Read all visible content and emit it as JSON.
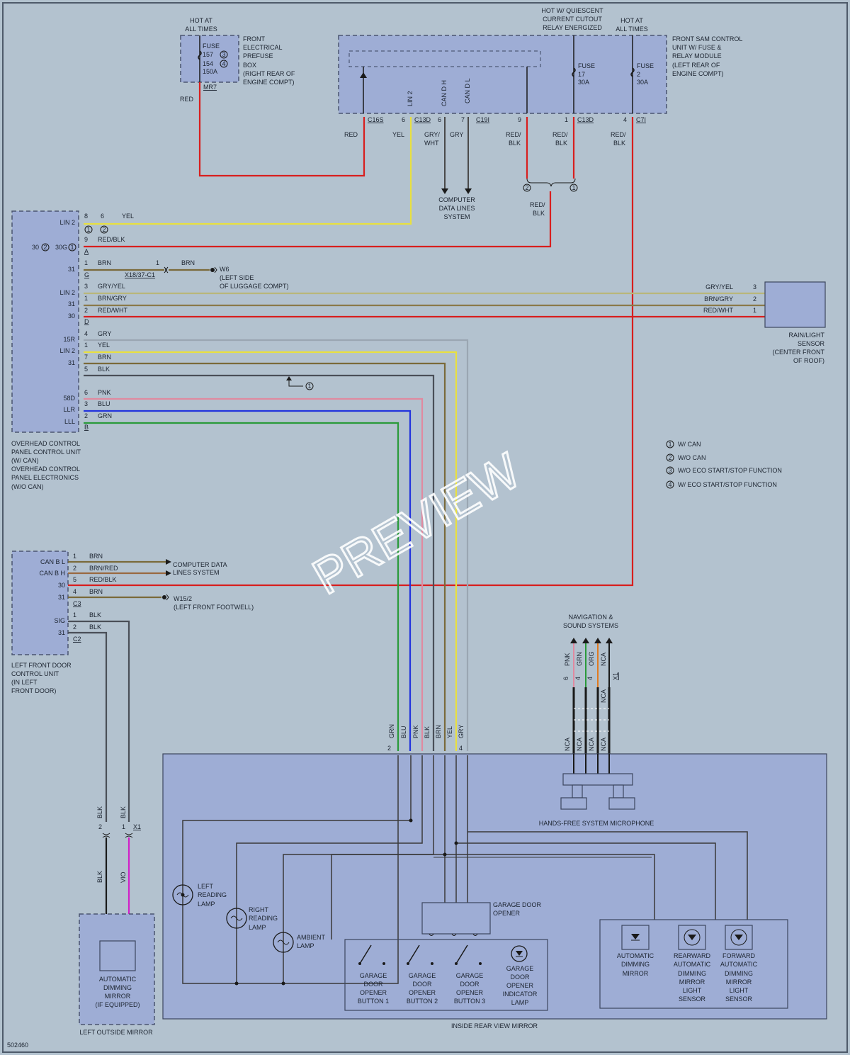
{
  "doc_id": "502460",
  "watermark": "PREVIEW",
  "top": {
    "hot_all_times_1": [
      "HOT AT",
      "ALL TIMES"
    ],
    "hot_quiescent": [
      "HOT W/ QUIESCENT",
      "CURRENT CUTOUT",
      "RELAY ENERGIZED"
    ],
    "hot_all_times_2": [
      "HOT AT",
      "ALL TIMES"
    ],
    "prefuse_box": [
      "FRONT",
      "ELECTRICAL",
      "PREFUSE",
      "BOX",
      "(RIGHT REAR OF",
      "ENGINE COMPT)"
    ],
    "prefuse_fuse": [
      "FUSE",
      "157",
      "154",
      "150A"
    ],
    "prefuse_circles": [
      "3",
      "4"
    ],
    "prefuse_conn": "MR7",
    "wire_red": "RED",
    "sam_unit": [
      "FRONT SAM CONTROL",
      "UNIT W/ FUSE &",
      "RELAY MODULE",
      "(LEFT REAR OF",
      "ENGINE COMPT)"
    ],
    "fuse17": [
      "FUSE",
      "17",
      "30A"
    ],
    "fuse2": [
      "FUSE",
      "2",
      "30A"
    ],
    "sam_inner": [
      "LIN 2",
      "CAN D H",
      "CAN D L"
    ],
    "pins": [
      "6",
      "6",
      "7",
      "9",
      "1",
      "4"
    ],
    "connectors": [
      "C16S",
      "C13D",
      "C19I",
      "C13D",
      "C7I"
    ],
    "wire_labels": [
      "RED",
      "YEL",
      "GRY/",
      "WHT",
      "GRY",
      "RED/",
      "BLK",
      "RED/",
      "BLK",
      "RED/",
      "BLK"
    ],
    "cdls": [
      "COMPUTER",
      "DATA LINES",
      "SYSTEM"
    ],
    "splice_circles": [
      "2",
      "1"
    ],
    "splice_wire": [
      "RED/",
      "BLK"
    ]
  },
  "overhead": {
    "pins_left": [
      "LIN 2",
      "30",
      "30G",
      "31",
      "LIN 2",
      "31",
      "30",
      "15R",
      "LIN 2",
      "31",
      "58D",
      "LLR",
      "LLL"
    ],
    "pin_circles": [
      "2",
      "1"
    ],
    "rows": [
      {
        "pin": "8",
        "pin2": "6",
        "color": "YEL"
      },
      {
        "pin": "9",
        "color": "RED/BLK"
      },
      {
        "pin": "1",
        "pin2": "1",
        "color": "BRN",
        "color2": "BRN"
      },
      {
        "pin": "3",
        "color": "GRY/YEL"
      },
      {
        "pin": "1",
        "color": "BRN/GRY"
      },
      {
        "pin": "2",
        "color": "RED/WHT"
      },
      {
        "pin": "4",
        "color": "GRY"
      },
      {
        "pin": "1",
        "color": "YEL"
      },
      {
        "pin": "7",
        "color": "BRN"
      },
      {
        "pin": "5",
        "color": "BLK"
      },
      {
        "pin": "6",
        "color": "PNK"
      },
      {
        "pin": "3",
        "color": "BLU"
      },
      {
        "pin": "2",
        "color": "GRN"
      }
    ],
    "conn_letters": [
      "A",
      "G",
      "D",
      "B"
    ],
    "row1_circles": [
      "1",
      "2"
    ],
    "x18": "X18/37-C1",
    "w6": [
      "W6",
      "(LEFT SIDE",
      "OF LUGGAGE COMPT)"
    ],
    "label": [
      "OVERHEAD CONTROL",
      "PANEL CONTROL UNIT",
      "(W/ CAN)",
      "OVERHEAD CONTROL",
      "PANEL ELECTRONICS",
      "(W/O CAN)"
    ],
    "marker_circle": "1"
  },
  "rain": {
    "label": [
      "RAIN/LIGHT",
      "SENSOR",
      "(CENTER FRONT",
      "OF ROOF)"
    ],
    "wires": [
      {
        "color": "GRY/YEL",
        "pin": "3"
      },
      {
        "color": "BRN/GRY",
        "pin": "2"
      },
      {
        "color": "RED/WHT",
        "pin": "1"
      }
    ]
  },
  "legend": [
    {
      "num": "1",
      "text": "W/ CAN"
    },
    {
      "num": "2",
      "text": "W/O CAN"
    },
    {
      "num": "3",
      "text": "W/O ECO START/STOP FUNCTION"
    },
    {
      "num": "4",
      "text": "W/ ECO START/STOP FUNCTION"
    }
  ],
  "door": {
    "pins_left": [
      "CAN B L",
      "CAN B H",
      "30",
      "31",
      "SIG",
      "31"
    ],
    "rows": [
      {
        "pin": "1",
        "color": "BRN"
      },
      {
        "pin": "2",
        "color": "BRN/RED"
      },
      {
        "pin": "5",
        "color": "RED/BLK"
      },
      {
        "pin": "4",
        "color": "BRN"
      },
      {
        "pin": "1",
        "color": "BLK"
      },
      {
        "pin": "2",
        "color": "BLK"
      }
    ],
    "conn": [
      "C3",
      "C2"
    ],
    "cdls": [
      "COMPUTER DATA",
      "LINES SYSTEM"
    ],
    "w15": [
      "W15/2",
      "(LEFT FRONT FOOTWELL)"
    ],
    "label": [
      "LEFT FRONT DOOR",
      "CONTROL UNIT",
      "(IN LEFT",
      "FRONT DOOR)"
    ]
  },
  "mirror": {
    "vert_wires": [
      "GRN",
      "BLU",
      "PNK",
      "BLK",
      "BRN",
      "YEL",
      "GRY"
    ],
    "vert_pins": [
      "2",
      "4"
    ],
    "nav": [
      "NAVIGATION &",
      "SOUND SYSTEMS"
    ],
    "nav_wires": [
      "PNK",
      "GRN",
      "ORG",
      "NCA"
    ],
    "nav_pins": [
      "6",
      "4",
      "4",
      "X1"
    ],
    "nca": "NCA",
    "mic": "HANDS-FREE SYSTEM MICROPHONE",
    "left_lamp": [
      "LEFT",
      "READING",
      "LAMP"
    ],
    "right_lamp": [
      "RIGHT",
      "READING",
      "LAMP"
    ],
    "ambient": [
      "AMBIENT",
      "LAMP"
    ],
    "garage": [
      "GARAGE DOOR",
      "OPENER"
    ],
    "btn1": [
      "GARAGE",
      "DOOR",
      "OPENER",
      "BUTTON 1"
    ],
    "btn2": [
      "GARAGE",
      "DOOR",
      "OPENER",
      "BUTTON 2"
    ],
    "btn3": [
      "GARAGE",
      "DOOR",
      "OPENER",
      "BUTTON 3"
    ],
    "indicator": [
      "GARAGE",
      "DOOR",
      "OPENER",
      "INDICATOR",
      "LAMP"
    ],
    "auto_dim": [
      "AUTOMATIC",
      "DIMMING",
      "MIRROR"
    ],
    "rear_sensor": [
      "REARWARD",
      "AUTOMATIC",
      "DIMMING",
      "MIRROR",
      "LIGHT",
      "SENSOR"
    ],
    "fwd_sensor": [
      "FORWARD",
      "AUTOMATIC",
      "DIMMING",
      "MIRROR",
      "LIGHT",
      "SENSOR"
    ],
    "label": "INSIDE REAR VIEW MIRROR"
  },
  "outside": {
    "wires_top": [
      "BLK",
      "BLK"
    ],
    "pins": [
      "2",
      "1"
    ],
    "conn": "X1",
    "wires_bottom": [
      "BLK",
      "VIO"
    ],
    "dim": [
      "AUTOMATIC",
      "DIMMING",
      "MIRROR",
      "(IF EQUIPPED)"
    ],
    "label": "LEFT OUTSIDE MIRROR"
  },
  "colors": {
    "red": "#d81e1e",
    "yellow": "#e8e040",
    "gray": "#8e9aa6",
    "brown": "#7a6a3a",
    "black": "#1a1a1a",
    "pink": "#e08aa0",
    "blue": "#2233dd",
    "green": "#2a9a3a",
    "violet": "#d020c8",
    "orange": "#e07a20",
    "olive": "#b9b77a"
  }
}
